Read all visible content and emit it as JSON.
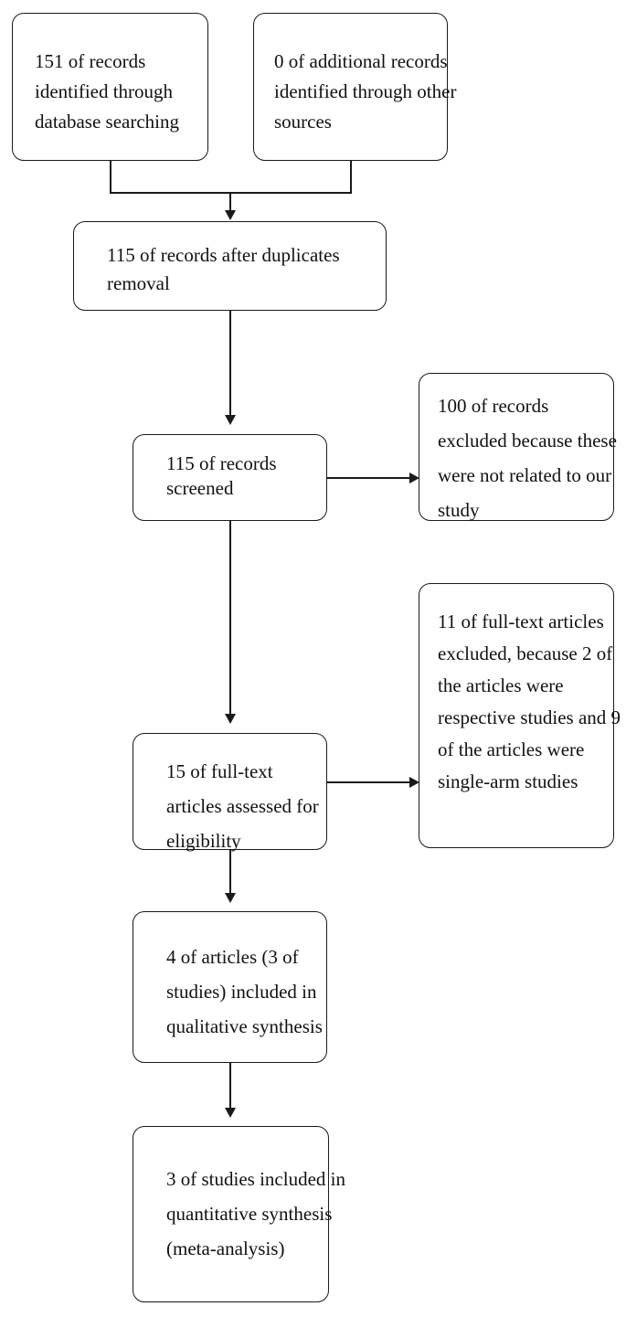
{
  "diagram": {
    "type": "prisma-flow-diagram",
    "title": "",
    "colors": {
      "stroke": "#1a1a1a",
      "text": "#111111",
      "background": "#ffffff"
    },
    "nodes": [
      {
        "id": "identified",
        "text": "151 of records identified through database searching",
        "count": 151
      },
      {
        "id": "additional",
        "text": "0 of additional records identified through other sources",
        "count": 0
      },
      {
        "id": "duplicates",
        "text": "115 of records after duplicates removal",
        "count": 115
      },
      {
        "id": "screened",
        "text": "115 of records screened",
        "count": 115
      },
      {
        "id": "excluded1",
        "text": "100 of records excluded because these were not related to our study",
        "count": 100
      },
      {
        "id": "fulltext",
        "text": "15 of full-text articles assessed for eligibility",
        "count": 15
      },
      {
        "id": "excluded2",
        "text": "11 of full-text articles excluded, because 2 of the articles were respective studies and 9 of the articles were single-arm studies",
        "count": 11
      },
      {
        "id": "qualitative",
        "text": "4 of articles (3 of studies) included in qualitative synthesis",
        "count": 4
      },
      {
        "id": "quantitative",
        "text": "3 of studies included in quantitative synthesis (meta-analysis)",
        "count": 3
      }
    ]
  }
}
